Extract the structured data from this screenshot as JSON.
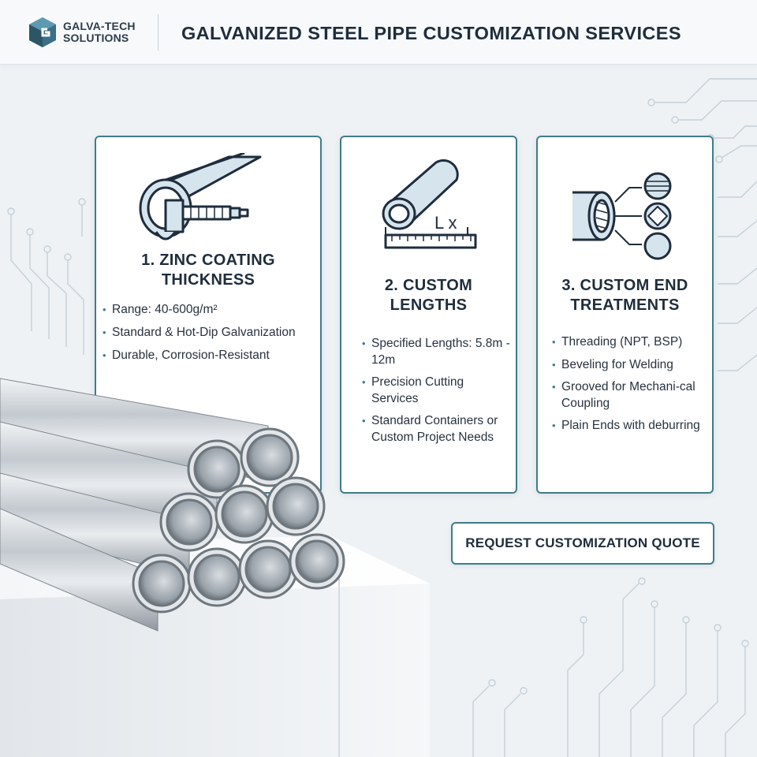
{
  "brand": {
    "line1": "GALVA-TECH",
    "line2": "SOLUTIONS",
    "logo_icon": "g-hexagon-logo-icon"
  },
  "header": {
    "title": "GALVANIZED STEEL PIPE CUSTOMIZATION SERVICES"
  },
  "cards": [
    {
      "icon": "pipe-micrometer-icon",
      "title_line1": "1. ZINC COATING",
      "title_line2": "THICKNESS",
      "bullets": [
        "Range: 40-600g/m²",
        "Standard & Hot-Dip Galvanization",
        "Durable, Corrosion-Resistant"
      ]
    },
    {
      "icon": "pipe-ruler-length-icon",
      "icon_label": "L x",
      "title_line1": "2. CUSTOM",
      "title_line2": "LENGTHS",
      "bullets": [
        "Specified Lengths: 5.8m - 12m",
        "Precision Cutting Services",
        "Standard Containers or Custom Project Needs"
      ]
    },
    {
      "icon": "pipe-end-treatments-icon",
      "title_line1": "3. CUSTOM END",
      "title_line2": "TREATMENTS",
      "bullets": [
        "Threading (NPT, BSP)",
        "Beveling for Welding",
        "Grooved for Mechani-cal Coupling",
        "Plain Ends with deburring"
      ]
    }
  ],
  "cta": {
    "label": "REQUEST CUSTOMIZATION QUOTE"
  },
  "colors": {
    "accent": "#3f7d88",
    "background": "#eef2f5",
    "text": "#1f2d3c",
    "icon_fill": "#d6e4ee"
  }
}
